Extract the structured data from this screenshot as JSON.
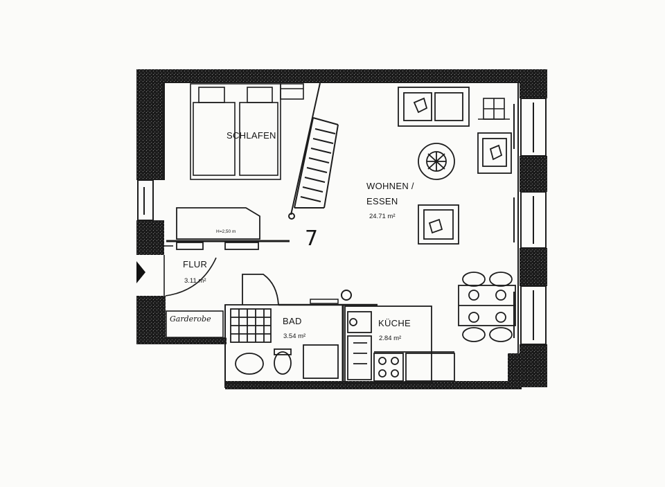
{
  "rooms": {
    "schlafen": {
      "name": "SCHLAFEN"
    },
    "wohnen": {
      "name_line1": "WOHNEN /",
      "name_line2": "ESSEN",
      "area": "24.71 m²"
    },
    "flur": {
      "name": "FLUR",
      "area": "3.11 m²"
    },
    "bad": {
      "name": "BAD",
      "area": "3.54 m²"
    },
    "kueche": {
      "name": "KÜCHE",
      "area": "2.84 m²"
    }
  },
  "annotations": {
    "garderobe": "Garderobe",
    "wardrobe_dim": "H=2,50 m",
    "number_mark": "7"
  },
  "colors": {
    "ink": "#151515",
    "paper": "#fbfbf9",
    "wall": "#1c1c1c"
  }
}
